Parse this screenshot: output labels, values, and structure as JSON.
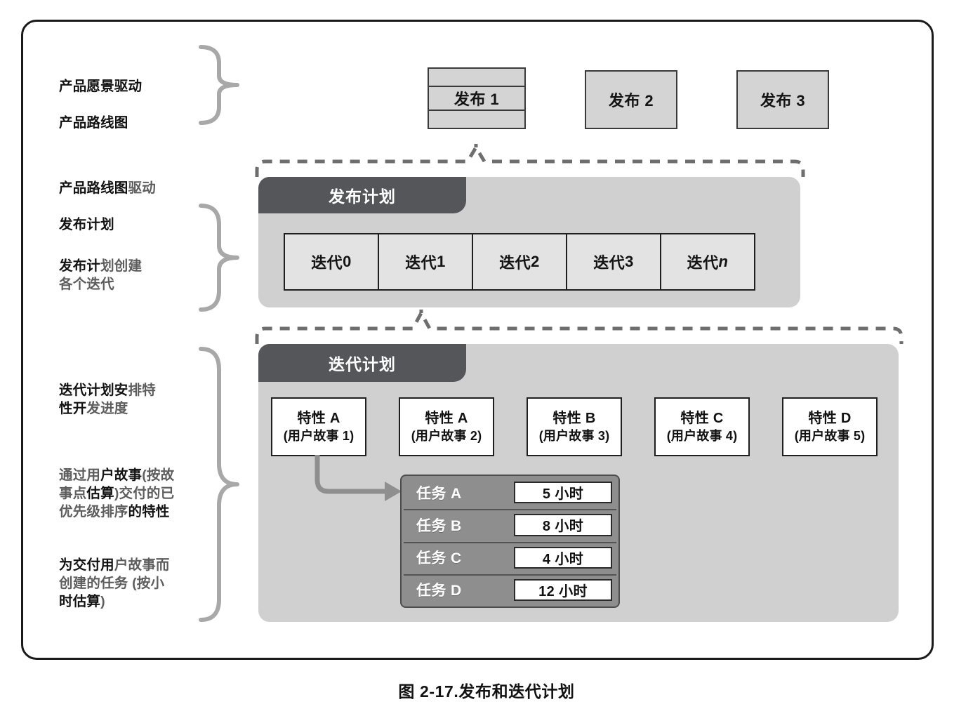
{
  "caption": "图 2-17.发布和迭代计划",
  "annotations": [
    {
      "id": "vision-roadmap",
      "name": "annotation-vision-roadmap",
      "line1_bold": "产品愿景驱动",
      "line2_bold": "产品路线图",
      "line3_bold": "产品路线图",
      "line3_light": "驱动",
      "line4_bold": "发布计划"
    },
    {
      "id": "release-creates-iterations",
      "name": "annotation-release-creates-iterations",
      "bold": "发布计",
      "light": "划创建\n各个迭代"
    },
    {
      "id": "iteration-schedules-features",
      "name": "annotation-iteration-schedules-features",
      "bold1": "迭代计划安",
      "light1": "排特\n",
      "bold2": "性开",
      "light2": "发进度"
    },
    {
      "id": "user-stories-features",
      "name": "annotation-user-stories-features",
      "light1": "通过用",
      "bold1": "户故事",
      "light2": "(按故\n事点",
      "bold2": "估算",
      "light3": ")交付的已\n优先级排序",
      "bold3": "的特性"
    },
    {
      "id": "tasks-for-stories",
      "name": "annotation-tasks-for-stories",
      "bold1": "为交付用",
      "light1": "户故事而\n创建的任务 (按小\n",
      "bold2": "时估算",
      "light2": ")"
    }
  ],
  "releases": [
    {
      "label": "发布 1",
      "banded": true
    },
    {
      "label": "发布 2",
      "banded": false
    },
    {
      "label": "发布 3",
      "banded": false
    }
  ],
  "release_plan": {
    "header": "发布计划",
    "iterations": [
      {
        "prefix": "迭代 ",
        "suffix": "0",
        "italic": false
      },
      {
        "prefix": "迭代 ",
        "suffix": "1",
        "italic": false
      },
      {
        "prefix": "迭代 ",
        "suffix": "2",
        "italic": false
      },
      {
        "prefix": "迭代 ",
        "suffix": "3",
        "italic": false
      },
      {
        "prefix": "迭代 ",
        "suffix": "n",
        "italic": true
      }
    ]
  },
  "iteration_plan": {
    "header": "迭代计划",
    "features": [
      {
        "title": "特性 A",
        "sub": "(用户故事 1)"
      },
      {
        "title": "特性 A",
        "sub": "(用户故事 2)"
      },
      {
        "title": "特性 B",
        "sub": "(用户故事 3)"
      },
      {
        "title": "特性 C",
        "sub": "(用户故事 4)"
      },
      {
        "title": "特性 D",
        "sub": "(用户故事 5)"
      }
    ],
    "tasks": [
      {
        "name": "任务 A",
        "estimate": "5 小时"
      },
      {
        "name": "任务 B",
        "estimate": "8 小时"
      },
      {
        "name": "任务 C",
        "estimate": "4 小时"
      },
      {
        "name": "任务 D",
        "estimate": "12 小时"
      }
    ]
  },
  "colors": {
    "panel_bg": "#d0d0d0",
    "panel_header": "#555659",
    "task_row": "#8e8e8e",
    "release_box": "#d4d4d4",
    "iteration_cell": "#e3e3e3",
    "brace": "#a8a8a8",
    "dashed": "#6e6e6e",
    "frame_border": "#1a1a1a"
  }
}
